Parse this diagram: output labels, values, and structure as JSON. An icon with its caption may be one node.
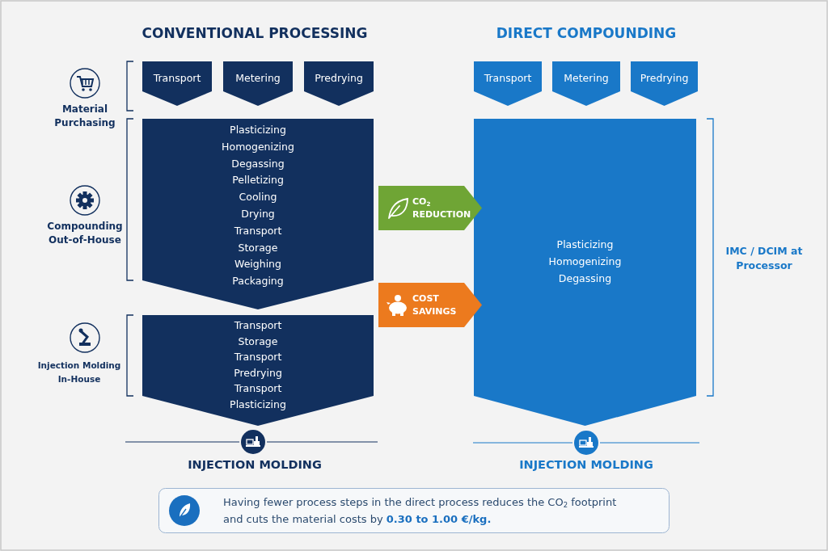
{
  "diagram": {
    "nodes": [
      {
        "text": [
          "Transport"
        ]
      },
      {
        "text": [
          "Metering"
        ]
      },
      {
        "text": [
          "Predrying"
        ]
      },
      {
        "text": [
          "Plasticizing",
          "Homogenizing",
          "Degassing",
          "Pelletizing",
          "Cooling",
          "Drying",
          "Transport",
          "Storage",
          "Weighing",
          "Packaging"
        ]
      },
      {
        "text": [
          "Transport",
          "Storage",
          "Transport",
          "Predrying",
          "Transport",
          "Plasticizing"
        ]
      },
      {
        "text": [
          "Transport"
        ]
      },
      {
        "text": [
          "Metering"
        ]
      },
      {
        "text": [
          "Predrying"
        ]
      },
      {
        "text": [
          "Plasticizing",
          "Homogenizing",
          "Degassing"
        ]
      },
      {
        "text": [
          "CO$_{2}$ REDUCTION"
        ]
      },
      {
        "text": [
          "COST SAVINGS"
        ]
      },
      {
        "text": [
          "Having fewer process steps in the direct process reduces the CO$_{2}$ footprint and cuts the material costs by **0.30 to 1.00 €/kg.**"
        ]
      }
    ],
    "labels": [
      "CONVENTIONAL PROCESSING",
      "DIRECT COMPOUNDING",
      "Material Purchasing",
      "Compounding Out-of-House",
      "IMC / DCIM at Processor",
      "Injection Molding In-House",
      "INJECTION MOLDING",
      "INJECTION MOLDING"
    ]
  }
}
